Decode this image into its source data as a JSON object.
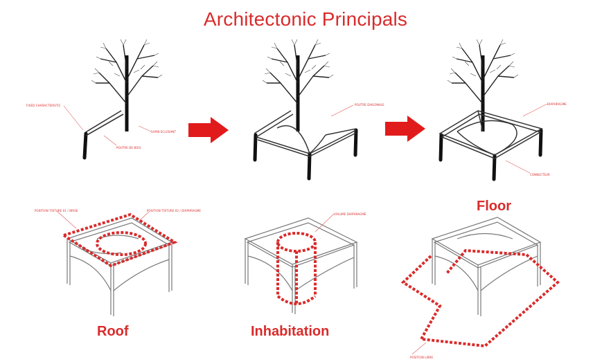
{
  "title": "Architectonic Principals",
  "accent_color": "#d92b2b",
  "panels_top": [
    {
      "annotations": [
        "FIXED CHARACTERISTIC",
        "SAPIN ECLOSANT",
        "POUTRE DE BOIS"
      ]
    },
    {
      "annotations": [
        "POUTRE DIAGONALE"
      ]
    },
    {
      "annotations": [
        "DIAPHRAGME",
        "CONNECTEUR"
      ]
    }
  ],
  "panels_bottom": [
    {
      "label": "Roof",
      "annotations": [
        "POSITION TOITURE 01 / BRISE",
        "POSITION TOITURE 02 / DIAPHRAGME"
      ]
    },
    {
      "label": "Inhabitation",
      "annotations": [
        "VOLUME DIAPHRAGME"
      ]
    },
    {
      "label": "Floor",
      "annotations": [
        "POSITION LIBRE"
      ]
    }
  ],
  "icons": [
    "tree-icon",
    "arrow-right-icon"
  ]
}
